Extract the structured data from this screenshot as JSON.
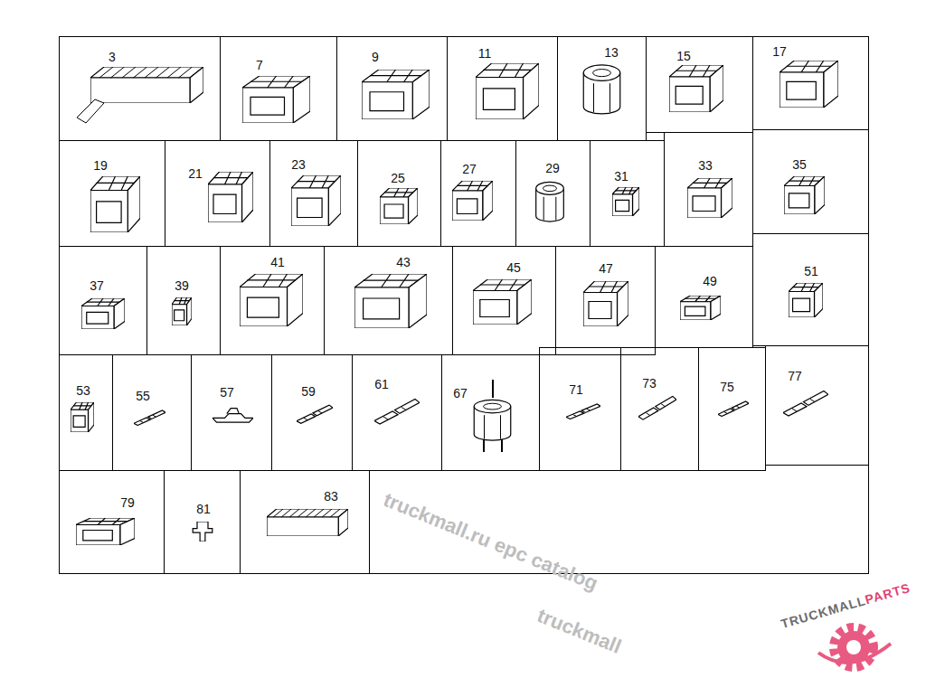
{
  "diagram": {
    "nodes": [
      {
        "text": [
          "3"
        ]
      },
      {
        "text": [
          "7"
        ]
      },
      {
        "text": [
          "9"
        ]
      },
      {
        "text": [
          "11"
        ]
      },
      {
        "text": [
          "13"
        ]
      },
      {
        "text": [
          "15"
        ]
      },
      {
        "text": [
          "17"
        ]
      },
      {
        "text": [
          "19"
        ]
      },
      {
        "text": [
          "21"
        ]
      },
      {
        "text": [
          "23"
        ]
      },
      {
        "text": [
          "25"
        ]
      },
      {
        "text": [
          "27"
        ]
      },
      {
        "text": [
          "29"
        ]
      },
      {
        "text": [
          "31"
        ]
      },
      {
        "text": [
          "33"
        ]
      },
      {
        "text": [
          "35"
        ]
      },
      {
        "text": [
          "37"
        ]
      },
      {
        "text": [
          "39"
        ]
      },
      {
        "text": [
          "41"
        ]
      },
      {
        "text": [
          "43"
        ]
      },
      {
        "text": [
          "45"
        ]
      },
      {
        "text": [
          "47"
        ]
      },
      {
        "text": [
          "49"
        ]
      },
      {
        "text": [
          "51"
        ]
      },
      {
        "text": [
          "53"
        ]
      },
      {
        "text": [
          "55"
        ]
      },
      {
        "text": [
          "57"
        ]
      },
      {
        "text": [
          "59"
        ]
      },
      {
        "text": [
          "61"
        ]
      },
      {
        "text": [
          "67"
        ]
      },
      {
        "text": [
          "71"
        ]
      },
      {
        "text": [
          "73"
        ]
      },
      {
        "text": [
          "75"
        ]
      },
      {
        "text": [
          "77"
        ]
      },
      {
        "text": [
          "79"
        ]
      },
      {
        "text": [
          "81"
        ]
      },
      {
        "text": [
          "83"
        ]
      }
    ],
    "labels": [
      "truckmall.ru epc catalog",
      "truckmall",
      "TRUCKMALL",
      "PARTS"
    ]
  }
}
